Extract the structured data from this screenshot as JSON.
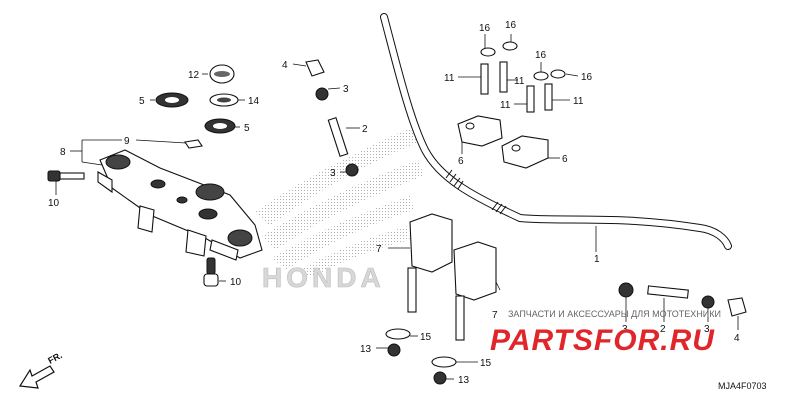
{
  "diagram": {
    "code": "MJA4F0703",
    "front_indicator": "FR.",
    "watermark": {
      "brand": "HONDA",
      "tagline": "ЗАПЧАСТИ И АКСЕССУАРЫ ДЛЯ МОТОТЕХНИКИ",
      "site": "PARTSFOR.RU",
      "site_color": "#e0262a"
    },
    "callouts": {
      "c1": "1",
      "c2a": "2",
      "c2b": "2",
      "c3a": "3",
      "c3b": "3",
      "c3c": "3",
      "c3d": "3",
      "c4a": "4",
      "c4b": "4",
      "c5a": "5",
      "c5b": "5",
      "c6a": "6",
      "c6b": "6",
      "c7a": "7",
      "c7b": "7",
      "c8": "8",
      "c9": "9",
      "c10a": "10",
      "c10b": "10",
      "c11a": "11",
      "c11b": "11",
      "c11c": "11",
      "c11d": "11",
      "c12": "12",
      "c13a": "13",
      "c13b": "13",
      "c14": "14",
      "c15a": "15",
      "c15b": "15",
      "c16a": "16",
      "c16b": "16",
      "c16c": "16",
      "c16d": "16"
    }
  }
}
